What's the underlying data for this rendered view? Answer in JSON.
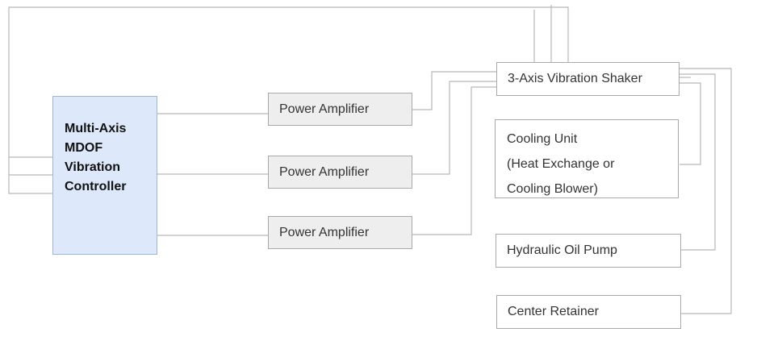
{
  "controller": {
    "label_lines": [
      "Multi-Axis",
      "MDOF",
      "Vibration",
      "Controller"
    ]
  },
  "amplifiers": [
    {
      "label": "Power Amplifier"
    },
    {
      "label": "Power Amplifier"
    },
    {
      "label": "Power Amplifier"
    }
  ],
  "shaker": {
    "label": "3-Axis Vibration Shaker"
  },
  "cooling": {
    "label_lines": [
      "Cooling Unit",
      "(Heat Exchange or",
      "Cooling Blower)"
    ]
  },
  "pump": {
    "label": "Hydraulic Oil Pump"
  },
  "retainer": {
    "label": "Center Retainer"
  },
  "colors": {
    "wire": "#b8b8b8",
    "box_border": "#a9a9a9",
    "amplifier_fill": "#eeeeee",
    "controller_fill": "#dde9fb"
  }
}
